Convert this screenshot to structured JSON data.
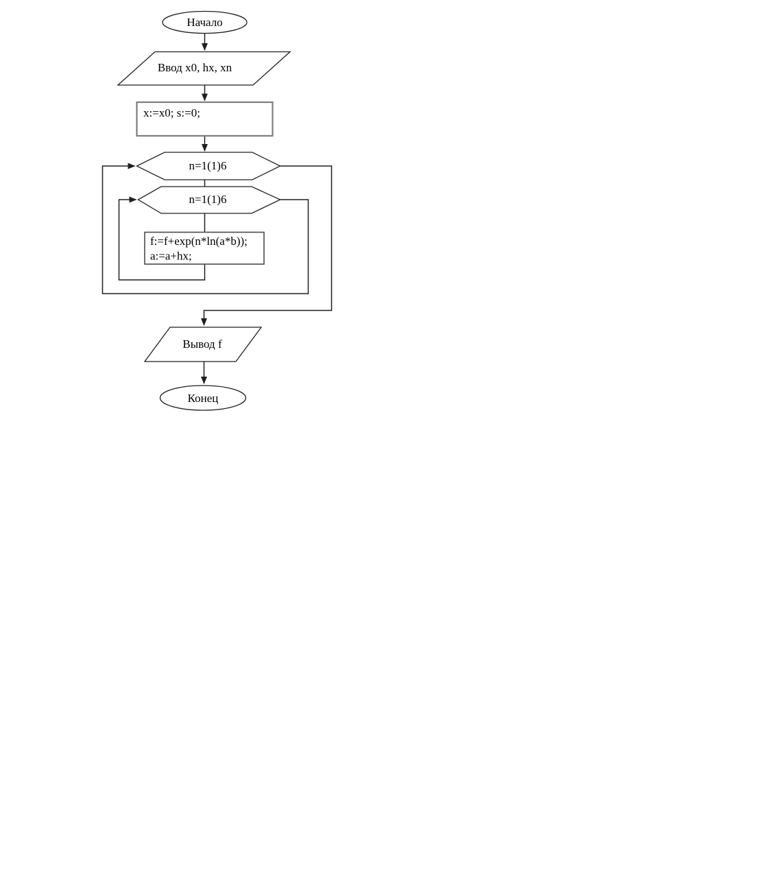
{
  "page": {
    "background": "#ffffff"
  },
  "flowchart": {
    "colors": {
      "line": "#1f1f1f",
      "init_box_border": "#7d7d7d",
      "body_box_border": "#4a4a4a",
      "shape_fill": "#ffffff",
      "text": "#000000"
    },
    "nodes": {
      "start": {
        "shape": "terminator",
        "label": "Начало"
      },
      "input": {
        "shape": "io-parallelogram",
        "label": "Ввод x0, hx, xn"
      },
      "init": {
        "shape": "process",
        "label": "x:=x0; s:=0;"
      },
      "outer_loop": {
        "shape": "loop-hexagon",
        "label": "n=1(1)6"
      },
      "inner_loop": {
        "shape": "loop-hexagon",
        "label": "n=1(1)6"
      },
      "body": {
        "shape": "process",
        "lines": [
          "f:=f+exp(n*ln(a*b));",
          "a:=a+hx;"
        ]
      },
      "output": {
        "shape": "io-parallelogram",
        "label": "Вывод f"
      },
      "end": {
        "shape": "terminator",
        "label": "Конец"
      }
    },
    "edges": [
      {
        "from": "start",
        "to": "input",
        "type": "flow",
        "arrow": true
      },
      {
        "from": "input",
        "to": "init",
        "type": "flow",
        "arrow": true
      },
      {
        "from": "init",
        "to": "outer_loop",
        "type": "flow",
        "arrow": true
      },
      {
        "from": "outer_loop",
        "to": "inner_loop",
        "type": "flow",
        "arrow": false
      },
      {
        "from": "inner_loop",
        "to": "body",
        "type": "flow",
        "arrow": false
      },
      {
        "from": "body",
        "to": "inner_loop",
        "type": "loop-back",
        "arrow": true
      },
      {
        "from": "inner_loop",
        "to": "outer_loop",
        "type": "loop-back",
        "arrow": true
      },
      {
        "from": "outer_loop",
        "to": "output",
        "type": "loop-exit",
        "arrow": true
      },
      {
        "from": "output",
        "to": "end",
        "type": "flow",
        "arrow": true
      }
    ]
  }
}
